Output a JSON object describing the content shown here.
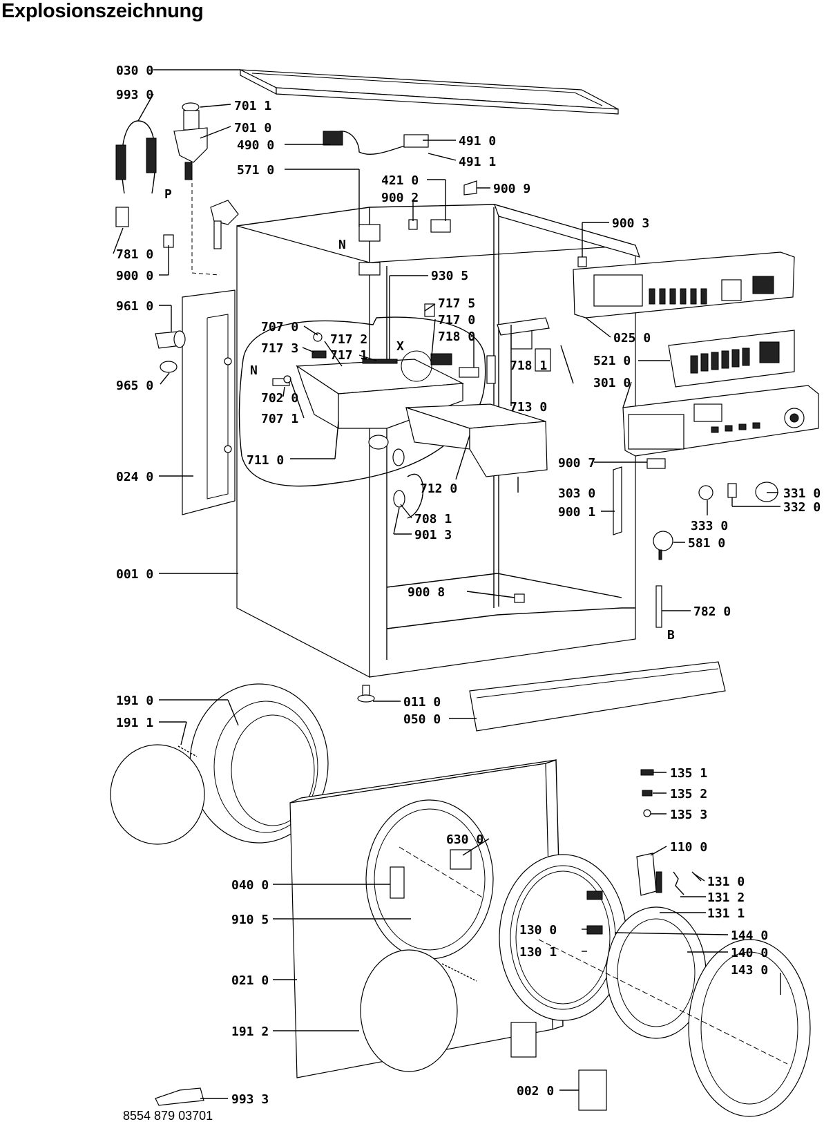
{
  "title": "Explosionszeichnung",
  "document_number": "8554 879 03701",
  "callouts": [
    {
      "id": "030 0"
    },
    {
      "id": "993 0"
    },
    {
      "id": "701 1"
    },
    {
      "id": "701 0"
    },
    {
      "id": "490 0"
    },
    {
      "id": "491 0"
    },
    {
      "id": "491 1"
    },
    {
      "id": "571 0"
    },
    {
      "id": "421 0"
    },
    {
      "id": "900 2"
    },
    {
      "id": "900 9"
    },
    {
      "id": "900 3"
    },
    {
      "id": "781 0"
    },
    {
      "id": "900 0"
    },
    {
      "id": "930 5"
    },
    {
      "id": "961 0"
    },
    {
      "id": "717 5"
    },
    {
      "id": "717 0"
    },
    {
      "id": "718 0"
    },
    {
      "id": "707 0"
    },
    {
      "id": "717 2"
    },
    {
      "id": "717 3"
    },
    {
      "id": "717 1"
    },
    {
      "id": "025 0"
    },
    {
      "id": "521 0"
    },
    {
      "id": "718 1"
    },
    {
      "id": "301 0"
    },
    {
      "id": "965 0"
    },
    {
      "id": "702 0"
    },
    {
      "id": "713 0"
    },
    {
      "id": "707 1"
    },
    {
      "id": "711 0"
    },
    {
      "id": "900 7"
    },
    {
      "id": "024 0"
    },
    {
      "id": "303 0"
    },
    {
      "id": "712 0"
    },
    {
      "id": "331 0"
    },
    {
      "id": "900 1"
    },
    {
      "id": "708 1"
    },
    {
      "id": "332 0"
    },
    {
      "id": "901 3"
    },
    {
      "id": "333 0"
    },
    {
      "id": "581 0"
    },
    {
      "id": "001 0"
    },
    {
      "id": "900 8"
    },
    {
      "id": "782 0"
    },
    {
      "id": "191 0"
    },
    {
      "id": "011 0"
    },
    {
      "id": "050 0"
    },
    {
      "id": "191 1"
    },
    {
      "id": "135 1"
    },
    {
      "id": "135 2"
    },
    {
      "id": "135 3"
    },
    {
      "id": "630 0"
    },
    {
      "id": "110 0"
    },
    {
      "id": "040 0"
    },
    {
      "id": "131 0"
    },
    {
      "id": "131 2"
    },
    {
      "id": "131 1"
    },
    {
      "id": "910 5"
    },
    {
      "id": "130 0"
    },
    {
      "id": "144 0"
    },
    {
      "id": "130 1"
    },
    {
      "id": "140 0"
    },
    {
      "id": "021 0"
    },
    {
      "id": "143 0"
    },
    {
      "id": "191 2"
    },
    {
      "id": "993 3"
    },
    {
      "id": "002 0"
    }
  ],
  "markers": [
    {
      "id": "P"
    },
    {
      "id": "N"
    },
    {
      "id": "X"
    },
    {
      "id": "N"
    },
    {
      "id": "B"
    }
  ]
}
